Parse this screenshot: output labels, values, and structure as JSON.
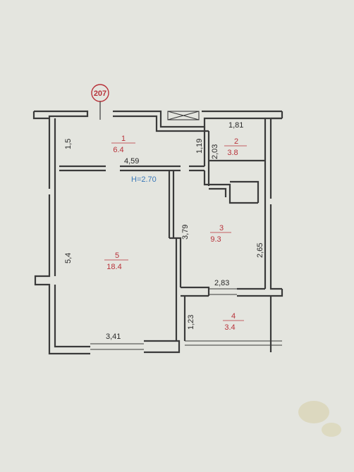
{
  "plan": {
    "apartment_number": "207",
    "ceiling_height": "H=2.70",
    "rooms": [
      {
        "number": "1",
        "area": "6.4"
      },
      {
        "number": "2",
        "area": "3.8"
      },
      {
        "number": "3",
        "area": "9.3"
      },
      {
        "number": "4",
        "area": "3.4"
      },
      {
        "number": "5",
        "area": "18.4"
      }
    ],
    "dimensions": [
      "1,5",
      "4,59",
      "1,19",
      "2,03",
      "1,81",
      "3,79",
      "2,65",
      "5,4",
      "2,83",
      "1,23",
      "3,41"
    ]
  },
  "colors": {
    "paper": "#e4e5df",
    "wall": "#3a3a3a",
    "label_red": "#b8323a",
    "height_blue": "#3a78b8"
  }
}
